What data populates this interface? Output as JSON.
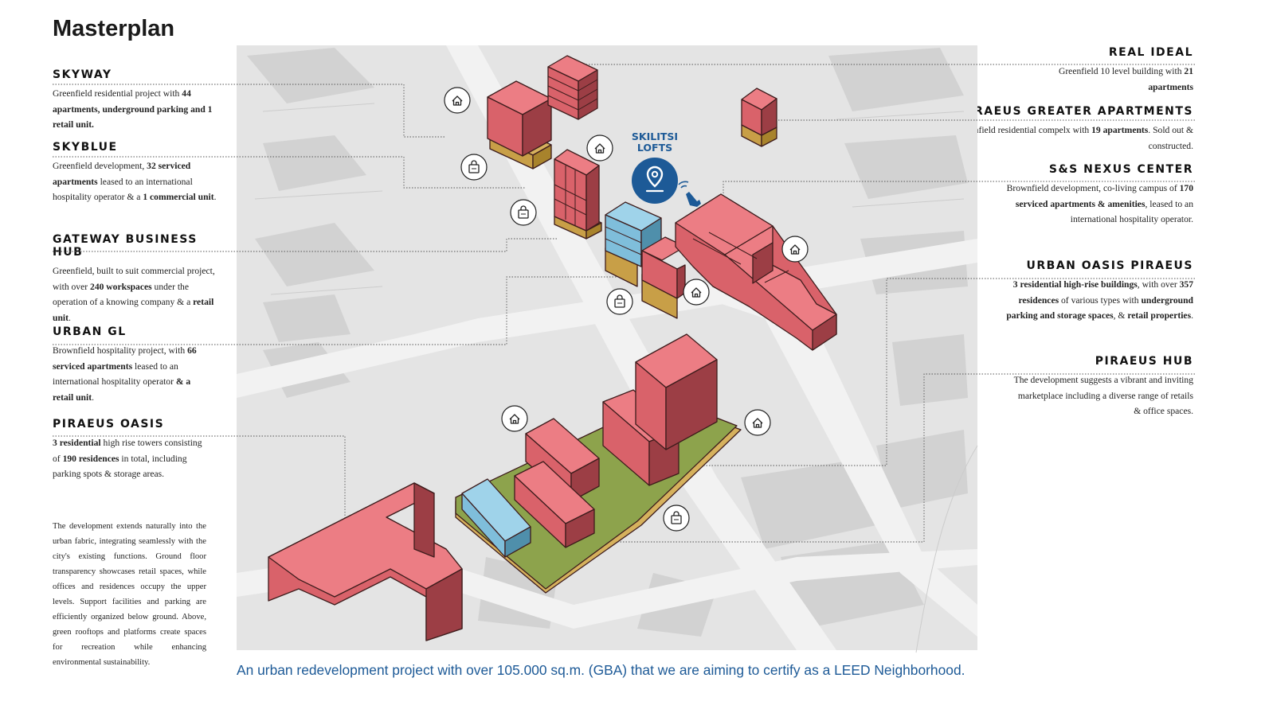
{
  "title": "Masterplan",
  "left_projects": [
    {
      "name": "SKYWAY",
      "description_parts": [
        {
          "text": "Greenfield residential project with ",
          "bold": false
        },
        {
          "text": "44 apartments, underground parking and 1 retail unit.",
          "bold": true
        }
      ]
    },
    {
      "name": "SKYBLUE",
      "description_parts": [
        {
          "text": "Greenfield development, ",
          "bold": false
        },
        {
          "text": "32 serviced apartments",
          "bold": true
        },
        {
          "text": " leased to an international hospitality operator & a ",
          "bold": false
        },
        {
          "text": "1 commercial unit",
          "bold": true
        },
        {
          "text": ".",
          "bold": false
        }
      ]
    },
    {
      "name": "GATEWAY BUSINESS HUB",
      "description_parts": [
        {
          "text": " Greenfield, built to suit commercial project, with over ",
          "bold": false
        },
        {
          "text": "240 workspaces",
          "bold": true
        },
        {
          "text": " under the operation of a knowing company & a ",
          "bold": false
        },
        {
          "text": "retail unit",
          "bold": true
        },
        {
          "text": ".",
          "bold": false
        }
      ]
    },
    {
      "name": "URBAN GL",
      "description_parts": [
        {
          "text": "Brownfield hospitality project, with ",
          "bold": false
        },
        {
          "text": "66 serviced apartments",
          "bold": true
        },
        {
          "text": " leased to an international hospitality operator ",
          "bold": false
        },
        {
          "text": "& a retail unit",
          "bold": true
        },
        {
          "text": ".",
          "bold": false
        }
      ]
    },
    {
      "name": "PIRAEUS OASIS",
      "description_parts": [
        {
          "text": "3 residential",
          "bold": true
        },
        {
          "text": " high rise towers consisting of ",
          "bold": false
        },
        {
          "text": "190 residences",
          "bold": true
        },
        {
          "text": " in total, including parking spots & storage areas.",
          "bold": false
        }
      ]
    }
  ],
  "right_projects": [
    {
      "name": "REAL IDEAL",
      "description_parts": [
        {
          "text": "Greenfield 10 level building with ",
          "bold": false
        },
        {
          "text": "21 apartments",
          "bold": true
        }
      ]
    },
    {
      "name": "PIRAEUS GREATER APARTMENTS",
      "description_parts": [
        {
          "text": "Greenfield residential compelx with ",
          "bold": false
        },
        {
          "text": "19 apartments",
          "bold": true
        },
        {
          "text": ". Sold out & constructed.",
          "bold": false
        }
      ]
    },
    {
      "name": "S&S NEXUS CENTER",
      "description_parts": [
        {
          "text": "Brownfield development, co-living campus of ",
          "bold": false
        },
        {
          "text": "170 serviced apartments & amenities",
          "bold": true
        },
        {
          "text": ", leased to an international hospitality operator.",
          "bold": false
        }
      ]
    },
    {
      "name": "URBAN OASIS PIRAEUS",
      "description_parts": [
        {
          "text": "3 residential high-rise buildings",
          "bold": true
        },
        {
          "text": ", with over ",
          "bold": false
        },
        {
          "text": "357 residences",
          "bold": true
        },
        {
          "text": " of various types with ",
          "bold": false
        },
        {
          "text": "underground parking and storage spaces",
          "bold": true
        },
        {
          "text": ", & ",
          "bold": false
        },
        {
          "text": "retail properties",
          "bold": true
        },
        {
          "text": ".",
          "bold": false
        }
      ]
    },
    {
      "name": "PIRAEUS HUB",
      "description_parts": [
        {
          "text": "The development suggests a vibrant and inviting marketplace including a diverse range of retails & office spaces.",
          "bold": false
        }
      ]
    }
  ],
  "intro_text": "The development extends naturally into the urban fabric, integrating seamlessly with the city's existing functions. Ground floor transparency showcases retail spaces, while offices and residences occupy the upper levels. Support facilities and parking are efficiently organized below ground. Above, green rooftops and platforms create spaces for recreation while enhancing environmental sustainability.",
  "callout": {
    "line1": "SKILITSI",
    "line2": "LOFTS",
    "icon": "location-pin-icon"
  },
  "caption": "An urban redevelopment project with over 105.000 sq.m. (GBA) that we are aiming to certify as a LEED Neighborhood.",
  "colors": {
    "residential": "#e66e76",
    "serviced": "#8ec5dd",
    "base": "#d7b65c",
    "green_roof": "#8da34c",
    "accent": "#1d5a97"
  },
  "map_icons": [
    "home-icon",
    "shopping-bag-icon",
    "hand-pointer-icon"
  ]
}
